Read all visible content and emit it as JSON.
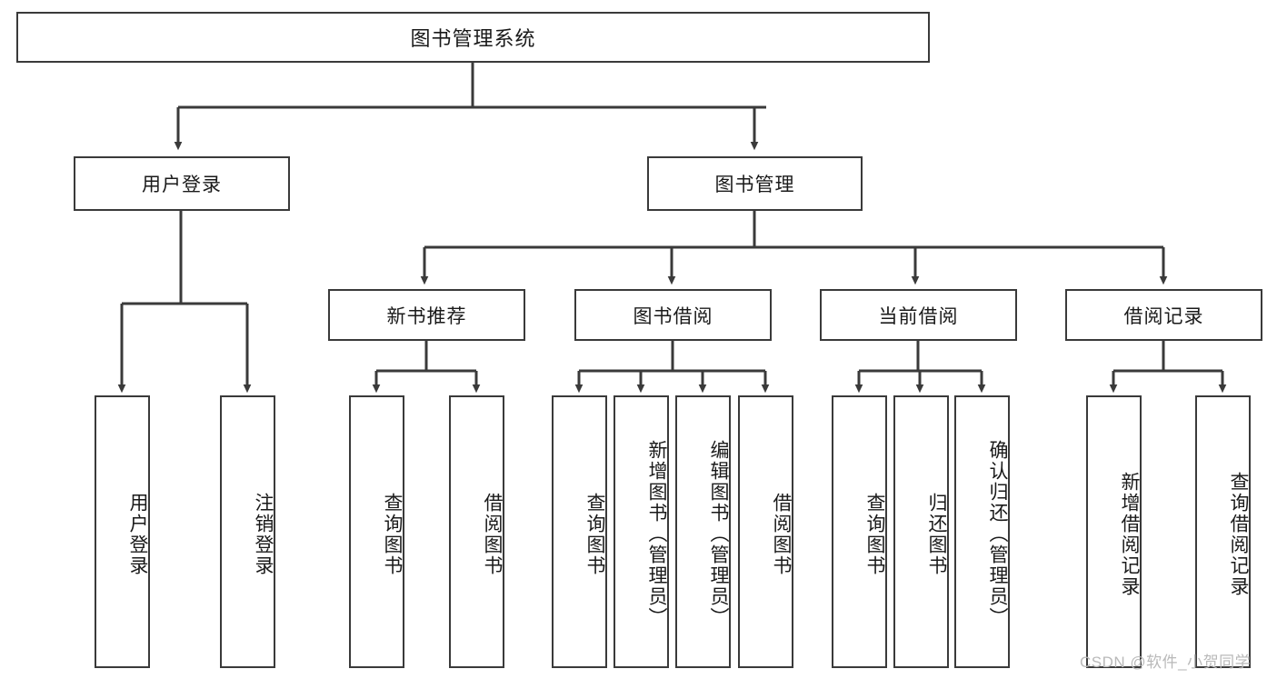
{
  "diagram": {
    "title": "图书管理系统",
    "type": "tree-hierarchy-diagram",
    "colors": {
      "box_border": "#3a3a3a",
      "box_fill": "#ffffff",
      "connector": "#3a3a3a",
      "text": "#1a1a1a",
      "watermark": "#b9b9b9"
    }
  },
  "root": {
    "label": "图书管理系统"
  },
  "level2": [
    {
      "id": "user-login",
      "label": "用户登录"
    },
    {
      "id": "book-management",
      "label": "图书管理"
    }
  ],
  "level3": [
    {
      "id": "new-book-recommend",
      "label": "新书推荐"
    },
    {
      "id": "book-borrow",
      "label": "图书借阅"
    },
    {
      "id": "current-borrow",
      "label": "当前借阅"
    },
    {
      "id": "borrow-record",
      "label": "借阅记录"
    }
  ],
  "leaves": {
    "user_login": [
      {
        "id": "leaf-user-login",
        "label": "用户登录"
      },
      {
        "id": "leaf-logout-login",
        "label": "注销登录"
      }
    ],
    "new_book_recommend": [
      {
        "id": "leaf-query-book-1",
        "label": "查询图书"
      },
      {
        "id": "leaf-borrow-book-1",
        "label": "借阅图书"
      }
    ],
    "book_borrow": [
      {
        "id": "leaf-query-book-2",
        "label": "查询图书"
      },
      {
        "id": "leaf-add-book",
        "label": "新增图书（管理员）"
      },
      {
        "id": "leaf-edit-book",
        "label": "编辑图书（管理员）"
      },
      {
        "id": "leaf-borrow-book-2",
        "label": "借阅图书"
      }
    ],
    "current_borrow": [
      {
        "id": "leaf-query-book-3",
        "label": "查询图书"
      },
      {
        "id": "leaf-return-book",
        "label": "归还图书"
      },
      {
        "id": "leaf-confirm-return",
        "label": "确认归还（管理员）"
      }
    ],
    "borrow_record": [
      {
        "id": "leaf-add-borrow-record",
        "label": "新增借阅记录"
      },
      {
        "id": "leaf-query-borrow-record",
        "label": "查询借阅记录"
      }
    ]
  },
  "watermark": {
    "text": "CSDN @软件_小贺同学"
  }
}
